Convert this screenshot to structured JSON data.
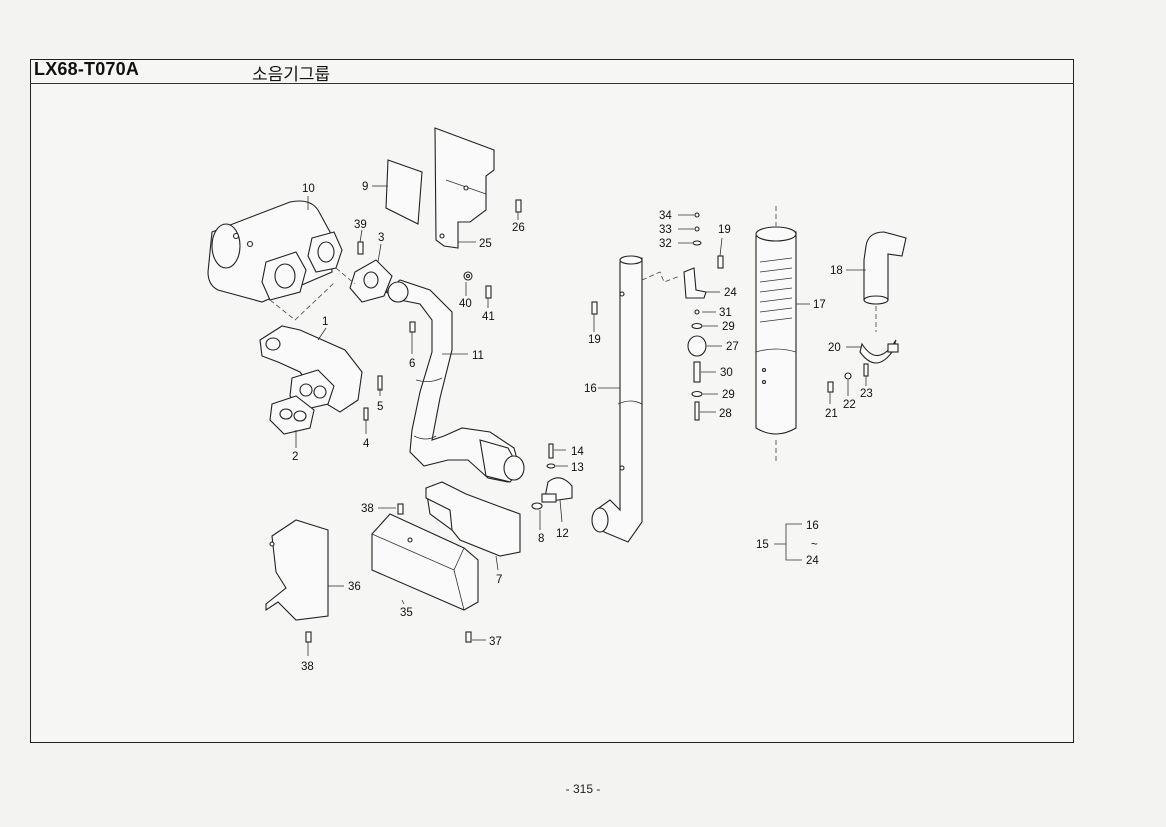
{
  "header": {
    "part_code": "LX68-T070A",
    "group_title": "소음기그룹"
  },
  "footer": {
    "page_number": "- 315 -"
  },
  "callouts": [
    "1",
    "2",
    "3",
    "4",
    "5",
    "6",
    "7",
    "8",
    "9",
    "10",
    "11",
    "12",
    "13",
    "14",
    "15",
    "16",
    "17",
    "18",
    "19",
    "19",
    "20",
    "21",
    "22",
    "23",
    "24",
    "24",
    "25",
    "26",
    "27",
    "28",
    "29",
    "29",
    "30",
    "31",
    "32",
    "33",
    "34",
    "35",
    "36",
    "37",
    "38",
    "38",
    "39",
    "40",
    "41"
  ],
  "range_note": {
    "group": "15",
    "from": "16",
    "tilde": "~",
    "to": "24"
  }
}
